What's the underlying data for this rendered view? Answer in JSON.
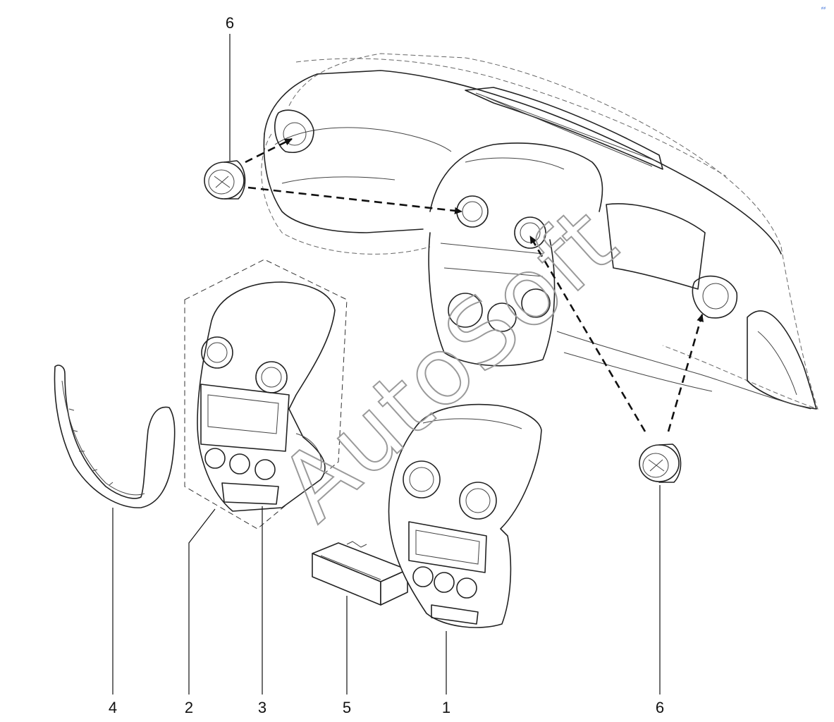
{
  "callouts": {
    "top_left_6": "6",
    "bottom_4": "4",
    "bottom_2": "2",
    "bottom_3": "3",
    "bottom_5": "5",
    "bottom_1": "1",
    "bottom_right_6": "6"
  },
  "watermark": "AutoSoft",
  "corner_mark": "⸗⸗"
}
